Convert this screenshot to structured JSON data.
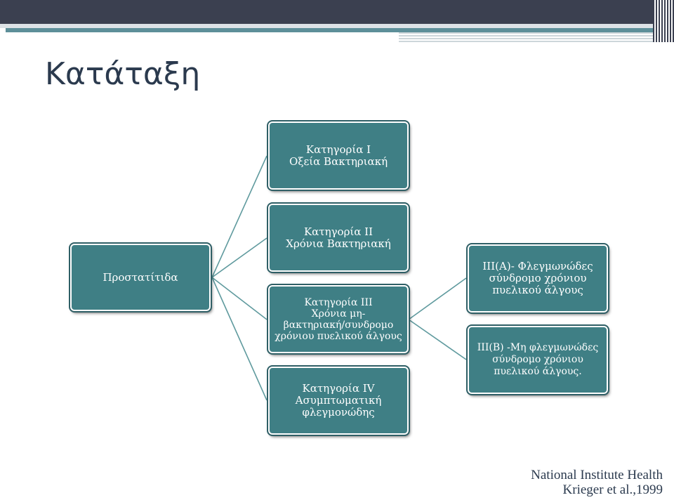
{
  "slide": {
    "title": "Κατάταξη",
    "citation": [
      "National Institute Health",
      "Krieger et al.,1999"
    ]
  },
  "diagram": {
    "root": {
      "lines": [
        "Προστατίτιδα"
      ]
    },
    "categories": [
      {
        "lines": [
          "Κατηγορία Ι",
          "Οξεία Βακτηριακή"
        ]
      },
      {
        "lines": [
          "Κατηγορία ΙΙ",
          "Χρόνια Βακτηριακή"
        ]
      },
      {
        "lines": [
          "Κατηγορία ΙΙΙ",
          "Χρόνια μη-",
          "βακτηριακή/συνδρομο",
          "χρόνιου πυελικού άλγους"
        ]
      },
      {
        "lines": [
          "Κατηγορία IV",
          "Ασυμπτωματική",
          "φλεγμονώδης"
        ]
      }
    ],
    "subcategories": [
      {
        "lines": [
          "ΙΙΙ(Α)- Φλεγμωνώδες",
          "σύνδρομο χρόνιου",
          "πυελικού άλγους"
        ]
      },
      {
        "lines": [
          "ΙΙΙ(Β) -Μη φλεγμωνώδες",
          "σύνδρομο χρόνιου",
          "πυελικού άλγους."
        ]
      }
    ]
  },
  "colors": {
    "node_fill": "#3f7f85",
    "node_border": "#2f5f66",
    "connector": "#5f9a9e",
    "header": "#3b4050",
    "title_text": "#2b3a4e"
  }
}
